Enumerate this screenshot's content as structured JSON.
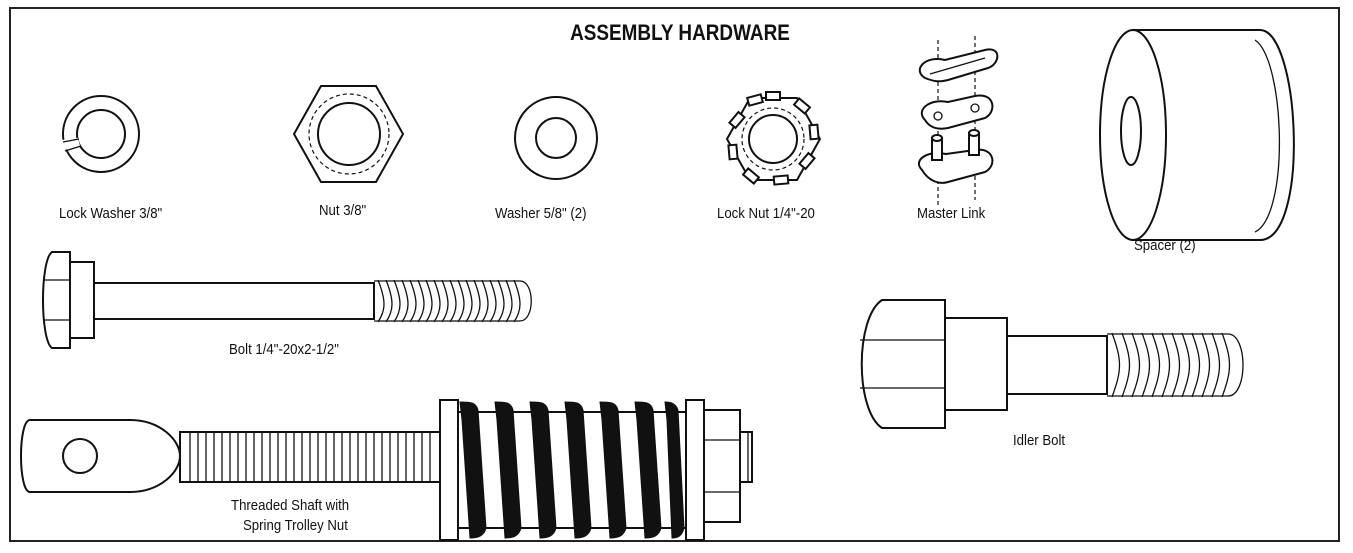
{
  "title": "ASSEMBLY HARDWARE",
  "parts": {
    "lock_washer": "Lock Washer 3/8\"",
    "nut": "Nut 3/8\"",
    "washer": "Washer  5/8\" (2)",
    "lock_nut": "Lock Nut 1/4\"-20",
    "master_link": "Master Link",
    "spacer": "Spacer (2)",
    "bolt": "Bolt 1/4\"-20x2-1/2\"",
    "idler_bolt": "Idler Bolt",
    "threaded_shaft_line1": "Threaded Shaft with",
    "threaded_shaft_line2": "Spring Trolley Nut"
  }
}
